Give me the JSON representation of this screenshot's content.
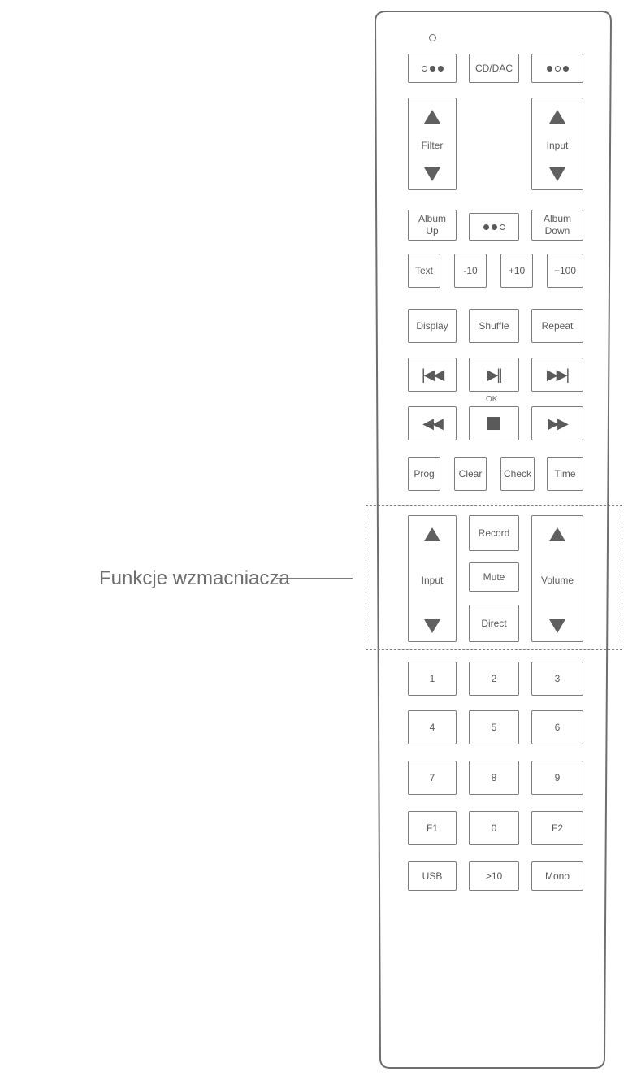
{
  "annotation": {
    "label": "Funkcje wzmacniacza"
  },
  "ok_label": "OK",
  "buttons": [
    {
      "id": "source-dots-1",
      "type": "dots",
      "dots": [
        "o",
        "f",
        "f"
      ]
    },
    {
      "id": "cd-dac",
      "type": "text",
      "label": "CD/DAC"
    },
    {
      "id": "source-dots-2",
      "type": "dots",
      "dots": [
        "f",
        "o",
        "f"
      ]
    },
    {
      "id": "filter-rocker",
      "type": "rocker",
      "label": "Filter"
    },
    {
      "id": "input-rocker",
      "type": "rocker",
      "label": "Input"
    },
    {
      "id": "album-up",
      "type": "text",
      "label": "Album\nUp"
    },
    {
      "id": "source-dots-3",
      "type": "dots",
      "dots": [
        "f",
        "f",
        "o"
      ]
    },
    {
      "id": "album-down",
      "type": "text",
      "label": "Album\nDown"
    },
    {
      "id": "text",
      "type": "text",
      "label": "Text"
    },
    {
      "id": "minus-10",
      "type": "text",
      "label": "-10"
    },
    {
      "id": "plus-10",
      "type": "text",
      "label": "+10"
    },
    {
      "id": "plus-100",
      "type": "text",
      "label": "+100"
    },
    {
      "id": "display",
      "type": "text",
      "label": "Display"
    },
    {
      "id": "shuffle",
      "type": "text",
      "label": "Shuffle"
    },
    {
      "id": "repeat",
      "type": "text",
      "label": "Repeat"
    },
    {
      "id": "previous",
      "type": "glyph",
      "glyph": "|◀◀"
    },
    {
      "id": "play-pause",
      "type": "glyph",
      "glyph": "▶||"
    },
    {
      "id": "next",
      "type": "glyph",
      "glyph": "▶▶|"
    },
    {
      "id": "rewind",
      "type": "glyph",
      "glyph": "◀◀"
    },
    {
      "id": "stop",
      "type": "square"
    },
    {
      "id": "fast-forward",
      "type": "glyph",
      "glyph": "▶▶"
    },
    {
      "id": "prog",
      "type": "text",
      "label": "Prog"
    },
    {
      "id": "clear",
      "type": "text",
      "label": "Clear"
    },
    {
      "id": "check",
      "type": "text",
      "label": "Check"
    },
    {
      "id": "time",
      "type": "text",
      "label": "Time"
    },
    {
      "id": "amp-input-rocker",
      "type": "rocker",
      "label": "Input"
    },
    {
      "id": "record",
      "type": "text",
      "label": "Record"
    },
    {
      "id": "mute",
      "type": "text",
      "label": "Mute"
    },
    {
      "id": "direct",
      "type": "text",
      "label": "Direct"
    },
    {
      "id": "volume-rocker",
      "type": "rocker",
      "label": "Volume"
    },
    {
      "id": "digit-1",
      "type": "text",
      "label": "1"
    },
    {
      "id": "digit-2",
      "type": "text",
      "label": "2"
    },
    {
      "id": "digit-3",
      "type": "text",
      "label": "3"
    },
    {
      "id": "digit-4",
      "type": "text",
      "label": "4"
    },
    {
      "id": "digit-5",
      "type": "text",
      "label": "5"
    },
    {
      "id": "digit-6",
      "type": "text",
      "label": "6"
    },
    {
      "id": "digit-7",
      "type": "text",
      "label": "7"
    },
    {
      "id": "digit-8",
      "type": "text",
      "label": "8"
    },
    {
      "id": "digit-9",
      "type": "text",
      "label": "9"
    },
    {
      "id": "f1",
      "type": "text",
      "label": "F1"
    },
    {
      "id": "digit-0",
      "type": "text",
      "label": "0"
    },
    {
      "id": "f2",
      "type": "text",
      "label": "F2"
    },
    {
      "id": "usb",
      "type": "text",
      "label": "USB"
    },
    {
      "id": "more-than-10",
      "type": "text",
      "label": ">10"
    },
    {
      "id": "mono",
      "type": "text",
      "label": "Mono"
    }
  ]
}
